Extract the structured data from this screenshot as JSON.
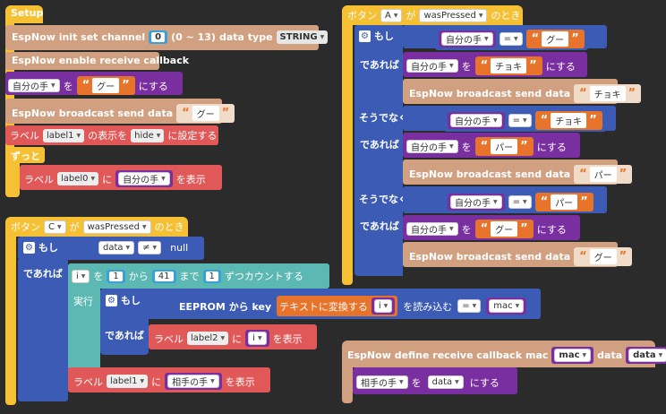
{
  "colors": {
    "background": "#2b2b2b",
    "event": "#f5c033",
    "espnow": "#d0a080",
    "variable": "#7a2fa0",
    "string": "#e8732a",
    "logic": "#3b5bb5",
    "loop": "#5cb8b2",
    "label": "#e05858",
    "number": "#3aa0d8"
  },
  "setup": {
    "hat": "Setup",
    "init": {
      "label": "EspNow init set",
      "channel_label": "channel",
      "channel": "0",
      "range": "(0 ~ 13)",
      "data_type_label": "data type",
      "data_type": "STRING"
    },
    "enable_cb": "EspNow enable receive callback",
    "set_var": {
      "var": "自分の手",
      "wo": "を",
      "value": "グー",
      "suru": "にする"
    },
    "send": {
      "label": "EspNow broadcast send",
      "data_label": "data",
      "value": "グー"
    },
    "label_show": {
      "label": "ラベル",
      "target": "label1",
      "mid": "の表示を",
      "state": "hide",
      "end": "に設定する"
    },
    "forever": "ずっと",
    "show": {
      "label": "ラベル",
      "target": "label0",
      "ni": "に",
      "var": "自分の手",
      "end": "を表示"
    }
  },
  "button_a": {
    "hat_prefix": "ボタン",
    "button": "A",
    "ga": "が",
    "event": "wasPressed",
    "suffix": "のとき",
    "if_label": "もし",
    "then_label": "であれば",
    "else_if_label": "そうでなくもし",
    "branches": [
      {
        "cond_var": "自分の手",
        "op": "=",
        "cond_value": "グー",
        "set_var": "自分の手",
        "wo": "を",
        "set_value": "チョキ",
        "suru": "にする",
        "send_label": "EspNow broadcast send",
        "data_label": "data",
        "send_value": "チョキ"
      },
      {
        "cond_var": "自分の手",
        "op": "=",
        "cond_value": "チョキ",
        "set_var": "自分の手",
        "wo": "を",
        "set_value": "パー",
        "suru": "にする",
        "send_label": "EspNow broadcast send",
        "data_label": "data",
        "send_value": "パー"
      },
      {
        "cond_var": "自分の手",
        "op": "=",
        "cond_value": "パー",
        "set_var": "自分の手",
        "wo": "を",
        "set_value": "グー",
        "suru": "にする",
        "send_label": "EspNow broadcast send",
        "data_label": "data",
        "send_value": "グー"
      }
    ]
  },
  "button_c": {
    "hat_prefix": "ボタン",
    "button": "C",
    "ga": "が",
    "event": "wasPressed",
    "suffix": "のとき",
    "if_label": "もし",
    "cond_var": "data",
    "op": "≠",
    "cond_value": "null",
    "then_label": "であれば",
    "loop": {
      "var": "i",
      "wo": "を",
      "from": "1",
      "kara": "から",
      "to": "41",
      "made": "まで",
      "step": "1",
      "count": "ずつカウントする",
      "do": "実行"
    },
    "inner_if": {
      "if_label": "もし",
      "eeprom": "EEPROM から key",
      "convert": "テキストに変換する",
      "var": "i",
      "read": "を読み込む",
      "op": "=",
      "cmp_var": "mac",
      "then_label": "であれば"
    },
    "inner_show": {
      "label": "ラベル",
      "target": "label2",
      "ni": "に",
      "var": "i",
      "end": "を表示"
    },
    "show": {
      "label": "ラベル",
      "target": "label1",
      "ni": "に",
      "var": "相手の手",
      "end": "を表示"
    }
  },
  "callback": {
    "label": "EspNow define receive callback",
    "mac_label": "mac",
    "mac_var": "mac",
    "data_label": "data",
    "data_var": "data",
    "set": {
      "var": "相手の手",
      "wo": "を",
      "value": "data",
      "suru": "にする"
    }
  }
}
